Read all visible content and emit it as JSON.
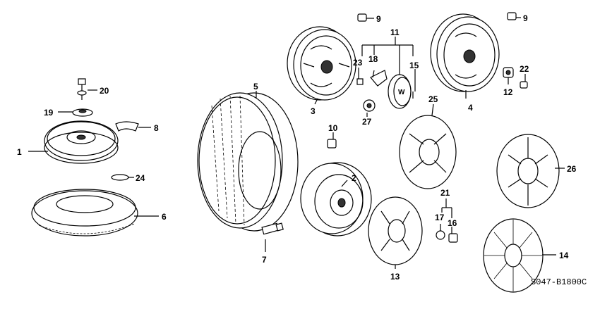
{
  "diagram": {
    "code": "S047-B1800C",
    "callouts": {
      "c1": "1",
      "c2": "2",
      "c3": "3",
      "c4": "4",
      "c5": "5",
      "c6": "6",
      "c7": "7",
      "c8": "8",
      "c9a": "9",
      "c9b": "9",
      "c10": "10",
      "c11": "11",
      "c12": "12",
      "c13": "13",
      "c14": "14",
      "c15": "15",
      "c16": "16",
      "c17": "17",
      "c18": "18",
      "c19": "19",
      "c20": "20",
      "c21": "21",
      "c22": "22",
      "c23": "23",
      "c24": "24",
      "c25": "25",
      "c26": "26",
      "c27": "27"
    }
  }
}
